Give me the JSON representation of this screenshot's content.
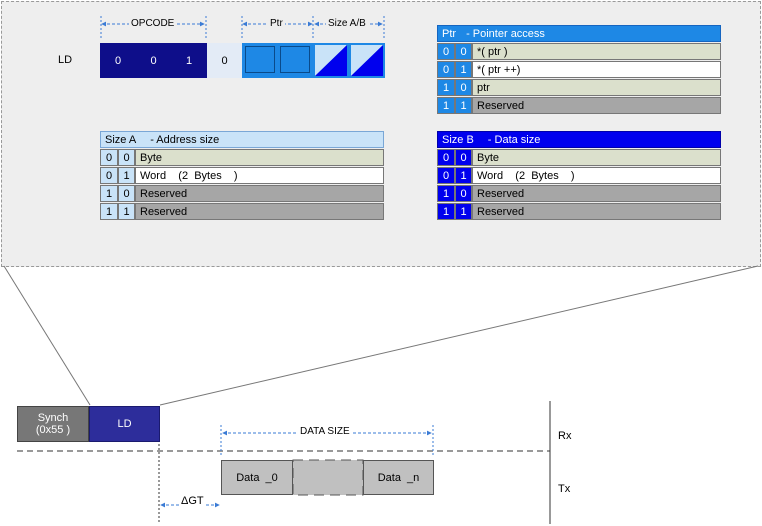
{
  "instruction": {
    "name": "LD",
    "fields": {
      "opcode": "OPCODE",
      "ptr": "Ptr",
      "size": "Size A/B"
    },
    "opcode_bits": [
      "0",
      "0",
      "1",
      "0"
    ]
  },
  "ptr_table": {
    "header_code": "Ptr",
    "header_desc": "- Pointer access",
    "rows": [
      {
        "b1": "0",
        "b0": "0",
        "desc": "*( ptr )"
      },
      {
        "b1": "0",
        "b0": "1",
        "desc": "*( ptr ++)"
      },
      {
        "b1": "1",
        "b0": "0",
        "desc": "ptr"
      },
      {
        "b1": "1",
        "b0": "1",
        "desc": "Reserved"
      }
    ]
  },
  "size_a_table": {
    "header_code": "Size A",
    "header_desc": "- Address size",
    "rows": [
      {
        "b1": "0",
        "b0": "0",
        "desc": "Byte"
      },
      {
        "b1": "0",
        "b0": "1",
        "desc": "Word    (2  Bytes    )"
      },
      {
        "b1": "1",
        "b0": "0",
        "desc": "Reserved"
      },
      {
        "b1": "1",
        "b0": "1",
        "desc": "Reserved"
      }
    ]
  },
  "size_b_table": {
    "header_code": "Size B",
    "header_desc": "- Data size",
    "rows": [
      {
        "b1": "0",
        "b0": "0",
        "desc": "Byte"
      },
      {
        "b1": "0",
        "b0": "1",
        "desc": "Word    (2  Bytes    )"
      },
      {
        "b1": "1",
        "b0": "0",
        "desc": "Reserved"
      },
      {
        "b1": "1",
        "b0": "1",
        "desc": "Reserved"
      }
    ]
  },
  "timing": {
    "synch_line1": "Synch",
    "synch_line2": "(0x55 )",
    "ld": "LD",
    "data_size": "DATA SIZE",
    "rx": "Rx",
    "tx": "Tx",
    "data_first": "Data  _0",
    "data_last": "Data  _n",
    "delta_gt": "ΔGT"
  },
  "colors": {
    "dark_blue": "#0e0e8a",
    "mid_blue": "#1e88e5",
    "light_blue": "#c9e3f8",
    "bright_blue": "#0000ee",
    "sage": "#dbe0cc",
    "reserved_gray": "#a6a6a6",
    "synch_gray": "#777777",
    "ld_blue": "#2d2d9b",
    "data_gray": "#c0c0c0"
  }
}
